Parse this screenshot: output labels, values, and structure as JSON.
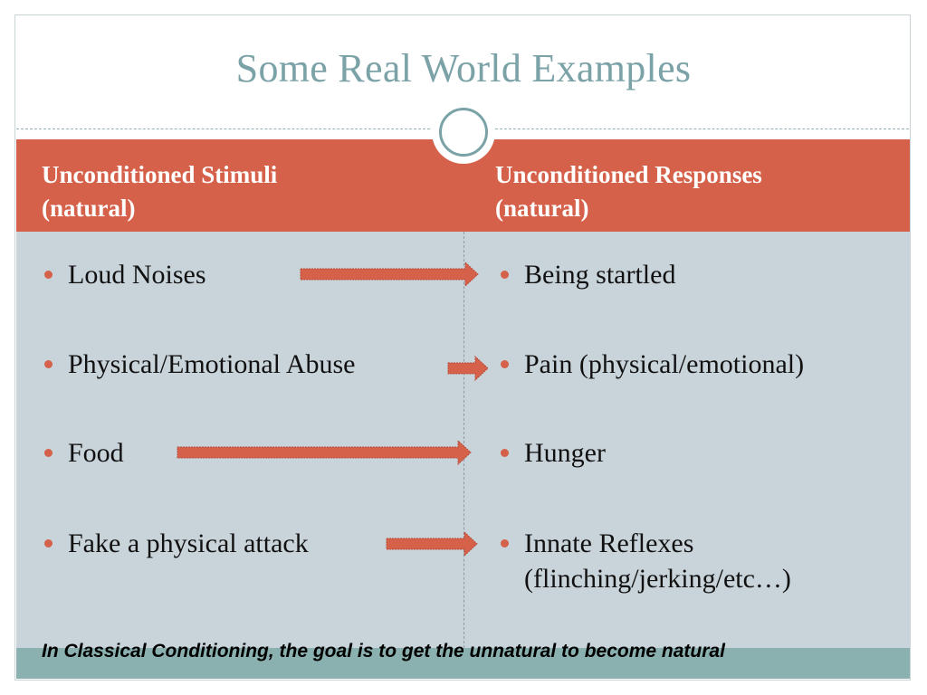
{
  "slide": {
    "title": "Some Real World Examples",
    "accent_color": "#d5614a",
    "title_color": "#7aa2a7"
  },
  "table": {
    "headers": {
      "left_line1": "Unconditioned Stimuli",
      "left_line2": "(natural)",
      "right_line1": "Unconditioned Responses",
      "right_line2": "(natural)"
    },
    "stimuli": [
      "Loud Noises",
      "Physical/Emotional Abuse",
      "Food",
      "Fake a physical attack"
    ],
    "responses": [
      "Being startled",
      "Pain (physical/emotional)",
      "Hunger",
      "Innate Reflexes",
      "(flinching/jerking/etc…)"
    ]
  },
  "footer": {
    "note": "In Classical Conditioning, the goal is to get the unnatural to become natural"
  }
}
